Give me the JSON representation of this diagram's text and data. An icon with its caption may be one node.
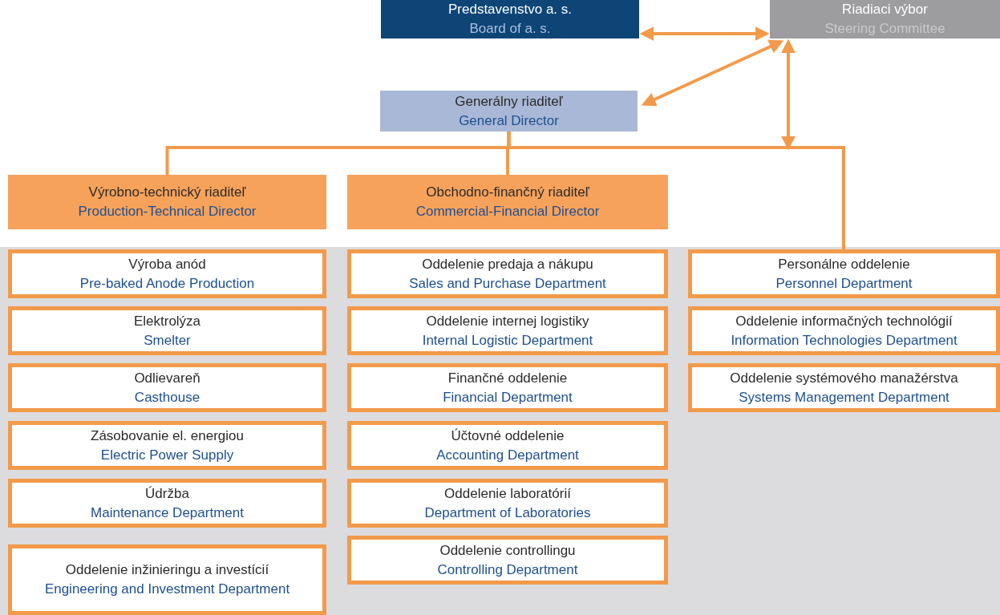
{
  "diagram": {
    "nodes": [
      {
        "text": [
          "Predstavenstvo a. s.",
          "Board of a. s."
        ]
      },
      {
        "text": [
          "Riadiaci výbor",
          "Steering Committee"
        ]
      },
      {
        "text": [
          "Generálny riaditeľ",
          "General Director"
        ]
      },
      {
        "text": [
          "Výrobno-technický riaditeľ",
          "Production-Technical Director"
        ]
      },
      {
        "text": [
          "Obchodno-finančný riaditeľ",
          "Commercial-Financial Director"
        ]
      },
      {
        "text": [
          "Výroba anód",
          "Pre-baked Anode Production"
        ]
      },
      {
        "text": [
          "Oddelenie predaja a nákupu",
          "Sales and Purchase Department"
        ]
      },
      {
        "text": [
          "Personálne oddelenie",
          "Personnel Department"
        ]
      },
      {
        "text": [
          "Elektrolýza",
          "Smelter"
        ]
      },
      {
        "text": [
          "Oddelenie internej logistiky",
          "Internal Logistic Department"
        ]
      },
      {
        "text": [
          "Oddelenie informačných technológií",
          "Information Technologies Department"
        ]
      },
      {
        "text": [
          "Odlievareň",
          "Casthouse"
        ]
      },
      {
        "text": [
          "Finančné oddelenie",
          "Financial Department"
        ]
      },
      {
        "text": [
          "Oddelenie systémového manažérstva",
          "Systems Management Department"
        ]
      },
      {
        "text": [
          "Zásobovanie el. energiou",
          "Electric Power Supply"
        ]
      },
      {
        "text": [
          "Účtovné oddelenie",
          "Accounting Department"
        ]
      },
      {
        "text": [
          "Údržba",
          "Maintenance Department"
        ]
      },
      {
        "text": [
          "Oddelenie laboratórií",
          "Department of Laboratories"
        ]
      },
      {
        "text": [
          "Oddelenie inžinieringu a investícií",
          "Engineering and Investment Department"
        ]
      },
      {
        "text": [
          "Oddelenie controllingu",
          "Controlling Department"
        ]
      }
    ],
    "edges": [
      {
        "from": 0,
        "to": 1,
        "arrow": "both"
      },
      {
        "from": 2,
        "to": 1,
        "arrow": "both"
      },
      {
        "from": null,
        "to": 1,
        "arrow": "both"
      },
      {
        "from": 2,
        "to": 3,
        "arrow": "none"
      },
      {
        "from": 2,
        "to": 4,
        "arrow": "none"
      },
      {
        "from": 2,
        "to": 7,
        "arrow": "none"
      }
    ]
  }
}
